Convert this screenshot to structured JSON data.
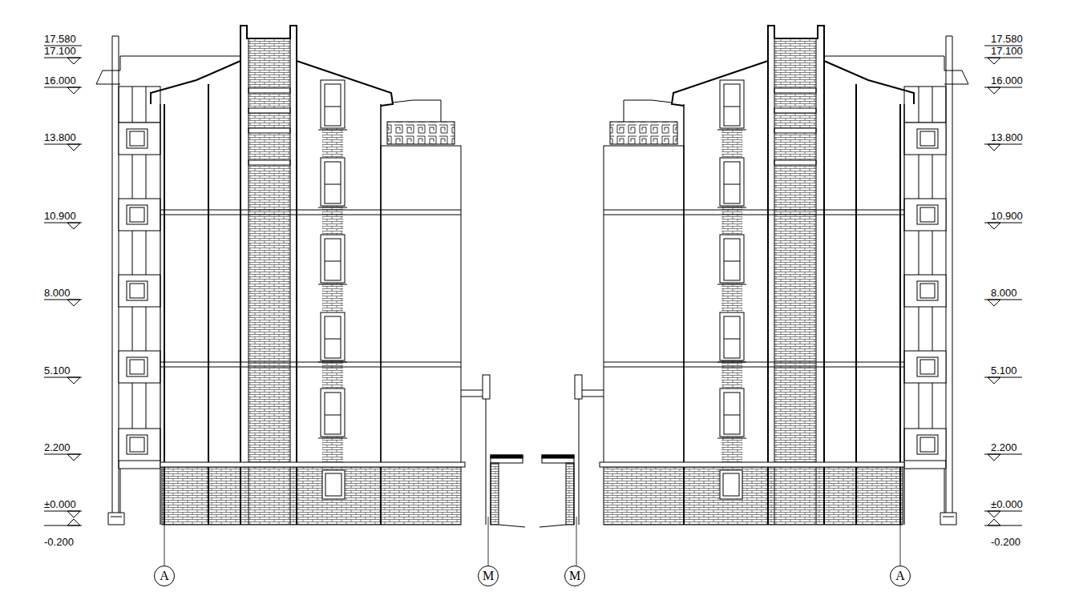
{
  "diagram": {
    "nodes": [
      {
        "text": [
          "A"
        ]
      },
      {
        "text": [
          "M"
        ]
      },
      {
        "text": [
          "M"
        ]
      },
      {
        "text": [
          "A"
        ]
      }
    ],
    "labels": [
      "17.580",
      "17.100",
      "16.000",
      "13.800",
      "10.900",
      "8.000",
      "5.100",
      "2.200",
      "±0.000",
      "-0.200",
      "17.580",
      "17.100",
      "16.000",
      "13.800",
      "10.900",
      "8.000",
      "5.100",
      "2.200",
      "±0.000",
      "-0.200"
    ]
  }
}
